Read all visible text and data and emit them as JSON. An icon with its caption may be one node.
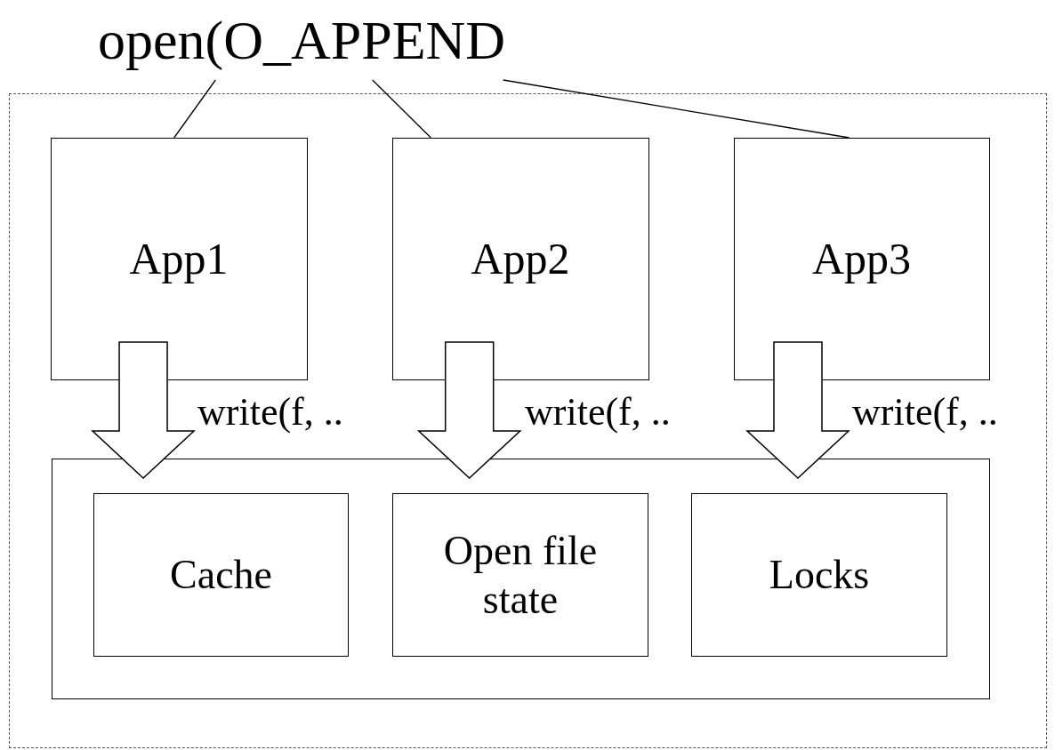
{
  "diagram": {
    "nodes": [
      {
        "text": [],
        "shape": "box"
      },
      {
        "text": [
          "open(O_APPEND"
        ]
      },
      {
        "text": [
          "App1"
        ],
        "in": 0
      },
      {
        "text": [
          "App2"
        ],
        "in": 0
      },
      {
        "text": [
          "App3"
        ],
        "in": 0
      },
      {
        "text": [],
        "shape": "box",
        "in": 0
      },
      {
        "text": [
          "Cache"
        ],
        "in": 5
      },
      {
        "text": [
          "Open file state"
        ],
        "in": 5
      },
      {
        "text": [
          "Locks"
        ],
        "in": 5
      }
    ],
    "edges": [
      {
        "from": 1,
        "to": 2,
        "arrow": "none"
      },
      {
        "from": 1,
        "to": 3,
        "arrow": "none"
      },
      {
        "from": 1,
        "to": 4,
        "arrow": "none"
      },
      {
        "from": 2,
        "to": 5,
        "arrow": "to",
        "label": "write(f, ..",
        "style": "thick"
      },
      {
        "from": 3,
        "to": 5,
        "arrow": "to",
        "label": "write(f, ..",
        "style": "thick"
      },
      {
        "from": 4,
        "to": 5,
        "arrow": "to",
        "label": "write(f, ..",
        "style": "thick"
      }
    ]
  }
}
